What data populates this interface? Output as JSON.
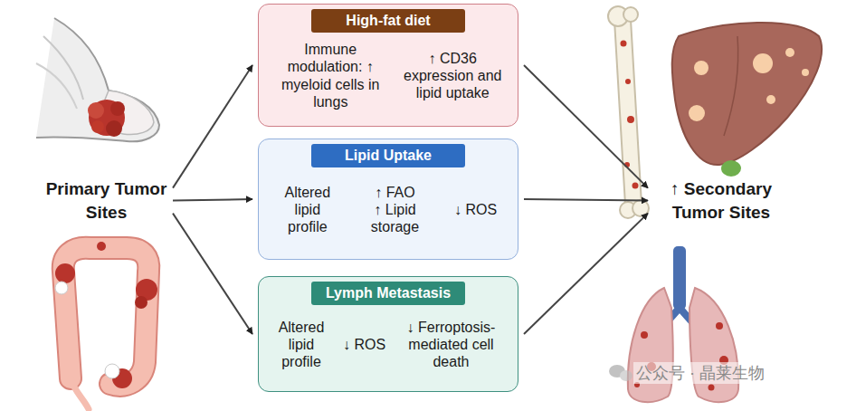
{
  "diagram": {
    "nodes": [
      {
        "text": [
          "Primary Tumor Sites"
        ]
      },
      {
        "text": [
          "High-fat diet",
          "Immune modulation: ↑ myeloid cells in lungs",
          "↑ CD36 expression and lipid uptake"
        ]
      },
      {
        "text": [
          "Lipid Uptake",
          "Altered lipid profile",
          "↑ FAO",
          "↑ Lipid storage",
          "↓ ROS"
        ]
      },
      {
        "text": [
          "Lymph Metastasis",
          "Altered lipid profile",
          "↓ ROS",
          "↓ Ferroptosis-mediated cell death"
        ]
      },
      {
        "text": [
          "↑ Secondary Tumor Sites"
        ]
      }
    ],
    "edges": [
      {
        "from": 0,
        "to": 1,
        "arrow": "to"
      },
      {
        "from": 0,
        "to": 2,
        "arrow": "to"
      },
      {
        "from": 0,
        "to": 3,
        "arrow": "to"
      },
      {
        "from": 1,
        "to": 4,
        "arrow": "to"
      },
      {
        "from": 2,
        "to": 4,
        "arrow": "to"
      },
      {
        "from": 3,
        "to": 4,
        "arrow": "to"
      }
    ],
    "labels": [
      "公众号 · 晶莱生物"
    ]
  }
}
